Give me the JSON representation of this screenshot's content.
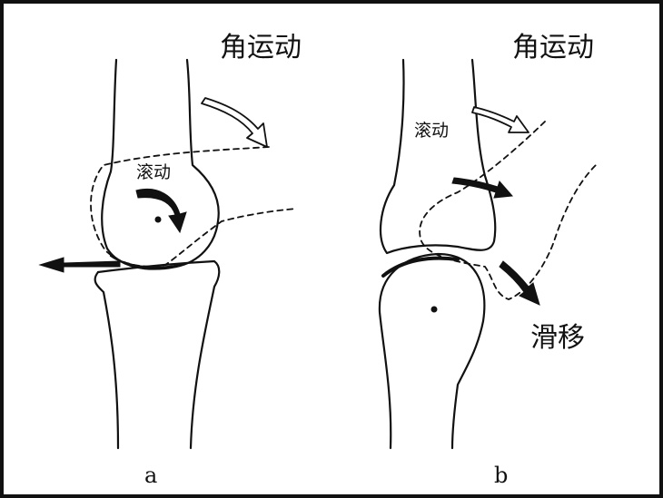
{
  "panel_a": {
    "angular_label": "角运动",
    "rolling_label": "滚动",
    "sub_label": "a"
  },
  "panel_b": {
    "angular_label": "角运动",
    "rolling_label": "滚动",
    "sliding_label": "滑移",
    "sub_label": "b"
  },
  "colors": {
    "ink": "#111111",
    "background": "#ffffff"
  }
}
